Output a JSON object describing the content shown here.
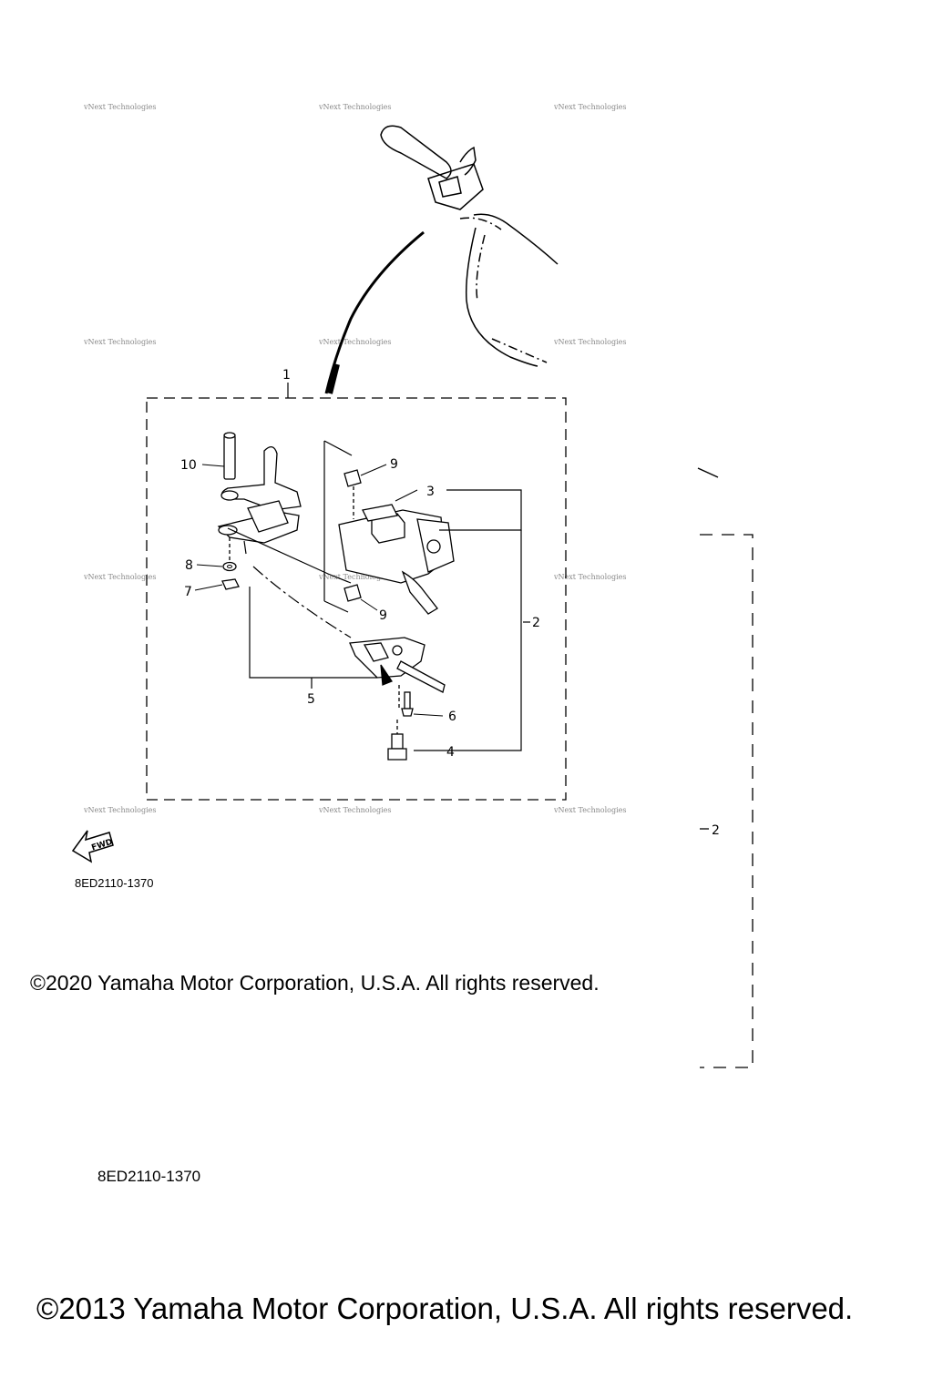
{
  "diagram_code_small": "8ED2110-1370",
  "copyright_small": "©2020 Yamaha Motor Corporation, U.S.A. All rights reserved.",
  "diagram_code_large": "8ED2110-1370",
  "copyright_large": "©2013 Yamaha Motor Corporation, U.S.A. All rights reserved.",
  "fwd_label": "FWD",
  "watermark": "vNext Technologies",
  "callouts": {
    "c1": "1",
    "c2": "2",
    "c3": "3",
    "c4": "4",
    "c5": "5",
    "c6": "6",
    "c7": "7",
    "c8": "8",
    "c9a": "9",
    "c9b": "9",
    "c10": "10",
    "c2_outer": "2"
  }
}
